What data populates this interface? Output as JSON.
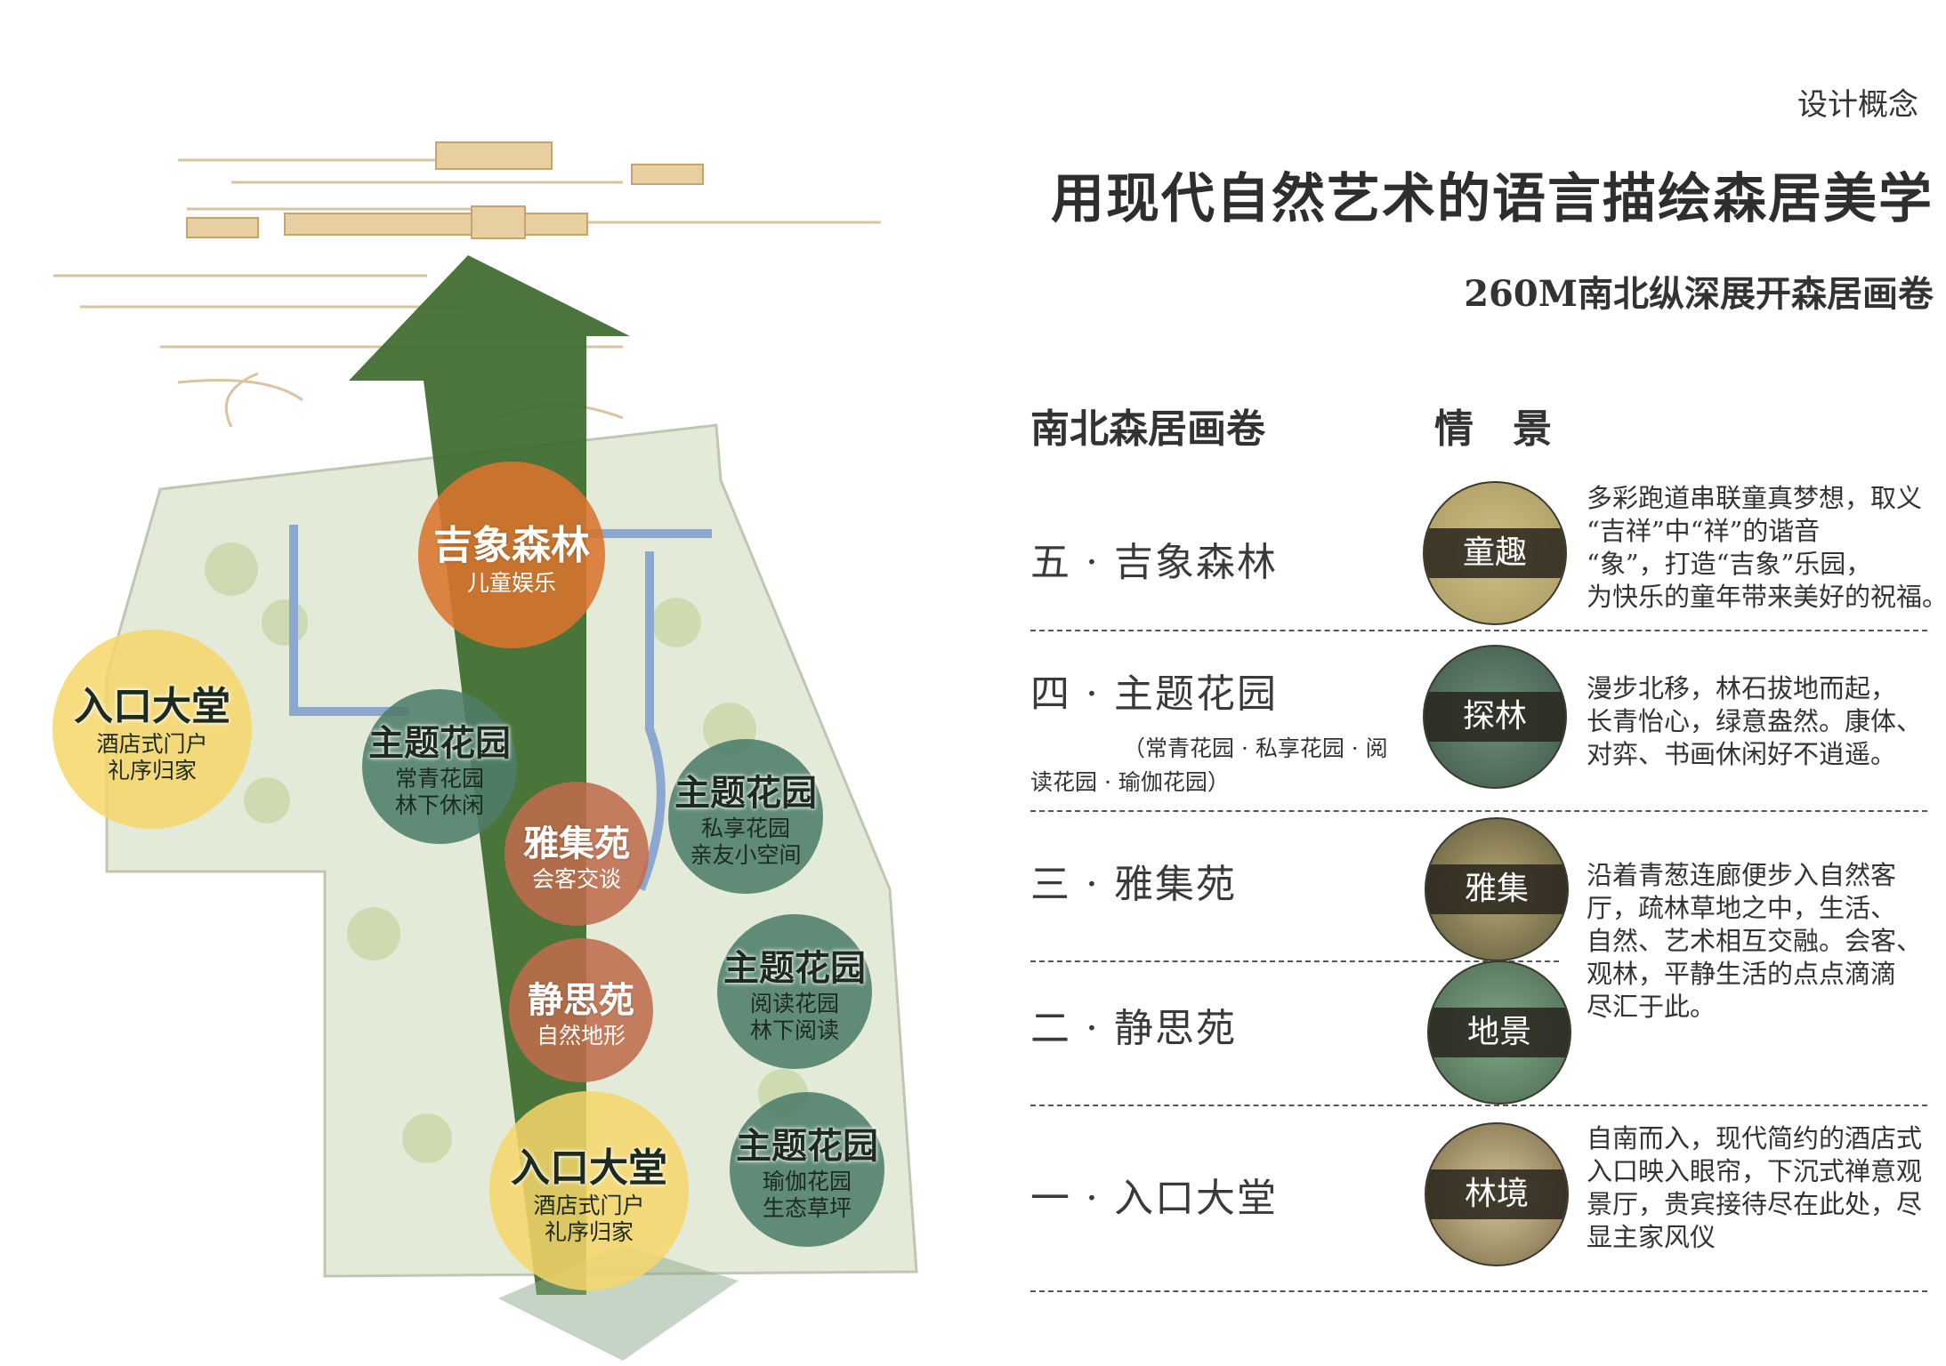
{
  "header": {
    "section": "设计概念",
    "title": "用现代自然艺术的语言描绘森居美学",
    "subtitle": "260M南北纵深展开森居画卷"
  },
  "columns": {
    "left": "南北森居画卷",
    "right": "情　景"
  },
  "rows": [
    {
      "title": "五 · 吉象森林",
      "scene": "童趣",
      "desc": [
        "多彩跑道串联童真梦想，取义",
        "“吉祥”中“祥”的谐音",
        "“象”，打造“吉象”乐园，",
        "为快乐的童年带来美好的祝福。"
      ]
    },
    {
      "title": "四 · 主题花园",
      "note": [
        "（常青花园 · 私享花园 · 阅",
        "读花园 · 瑜伽花园）"
      ],
      "scene": "探林",
      "desc": [
        "漫步北移，林石拔地而起，",
        "长青怡心，绿意盎然。康体、",
        "对弈、书画休闲好不逍遥。"
      ]
    },
    {
      "title": "三 · 雅集苑",
      "scene": "雅集",
      "desc": [
        "沿着青葱连廊便步入自然客",
        "厅，疏林草地之中，生活、",
        "自然、艺术相互交融。会客、",
        "观林，平静生活的点点滴滴",
        "尽汇于此。"
      ]
    },
    {
      "title": "二 · 静思苑",
      "scene": "地景"
    },
    {
      "title": "一 · 入口大堂",
      "scene": "林境",
      "desc": [
        "自南而入，现代简约的酒店式",
        "入口映入眼帘，下沉式禅意观",
        "景厅，贵宾接待尽在此处，尽",
        "显主家风仪"
      ]
    }
  ],
  "map_zones": [
    {
      "title": "吉象森林",
      "sub": [
        "儿童娱乐"
      ],
      "color": "#d9742c"
    },
    {
      "title": "入口大堂",
      "sub": [
        "酒店式门户",
        "礼序归家"
      ],
      "color": "#f6d66a"
    },
    {
      "title": "主题花园",
      "sub": [
        "常青花园",
        "林下休闲"
      ],
      "color": "#4d7d69"
    },
    {
      "title": "雅集苑",
      "sub": [
        "会客交谈"
      ],
      "color": "#bf6c4c"
    },
    {
      "title": "主题花园",
      "sub": [
        "私享花园",
        "亲友小空间"
      ],
      "color": "#4d7d69"
    },
    {
      "title": "主题花园",
      "sub": [
        "阅读花园",
        "林下阅读"
      ],
      "color": "#4d7d69"
    },
    {
      "title": "静思苑",
      "sub": [
        "自然地形"
      ],
      "color": "#bf6c4c"
    },
    {
      "title": "入口大堂",
      "sub": [
        "酒店式门户",
        "礼序归家"
      ],
      "color": "#f6d66a"
    },
    {
      "title": "主题花园",
      "sub": [
        "瑜伽花园",
        "生态草坪"
      ],
      "color": "#4d7d69"
    }
  ],
  "colors": {
    "arrow": "#3d6a2c",
    "site": "#e4ead8",
    "cloud": "#d9c4a0"
  }
}
